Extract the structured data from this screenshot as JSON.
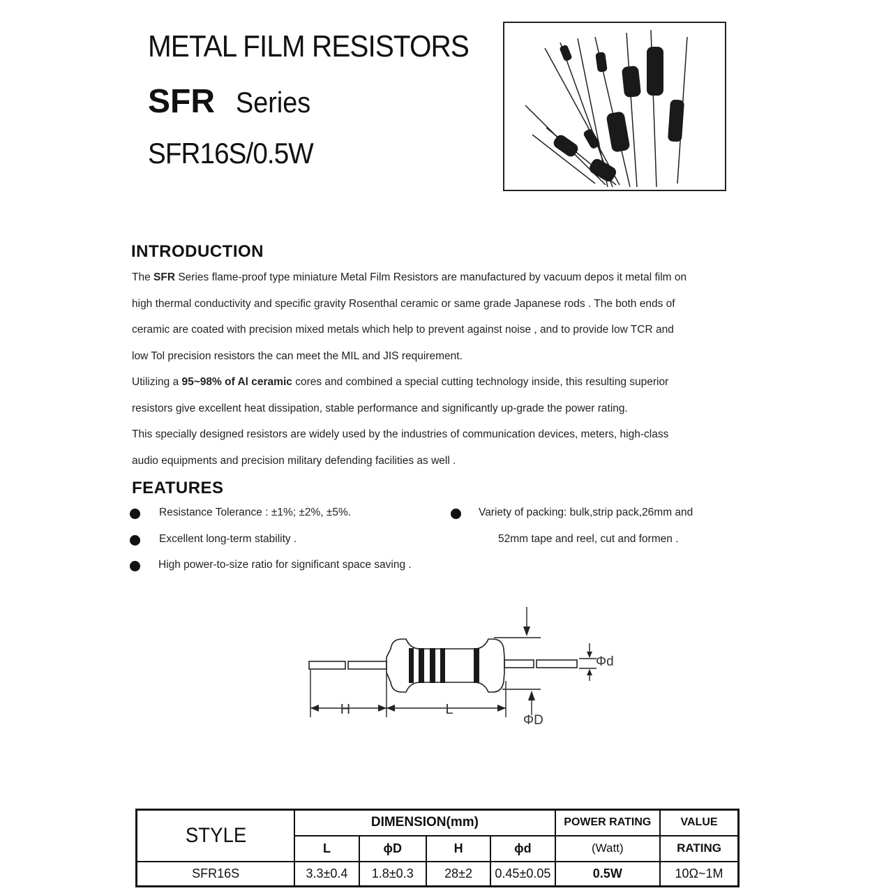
{
  "header": {
    "title": "METAL FILM RESISTORS",
    "series_bold": "SFR",
    "series_word": "Series",
    "model": "SFR16S/0.5W"
  },
  "intro": {
    "heading": "INTRODUCTION",
    "lines": [
      {
        "pre": "The ",
        "bold": "SFR",
        "post": " Series flame-proof type miniature Metal Film Resistors are manufactured by vacuum depos it metal film on"
      },
      {
        "pre": "high thermal conductivity and specific gravity Rosenthal ceramic or same grade Japanese rods .   The both ends of",
        "bold": "",
        "post": ""
      },
      {
        "pre": "ceramic are coated with precision mixed metals which help to prevent against noise , and to provide low TCR and",
        "bold": "",
        "post": ""
      },
      {
        "pre": "low Tol precision resistors the can meet the MIL and JIS requirement.",
        "bold": "",
        "post": ""
      },
      {
        "pre": "Utilizing a  ",
        "bold": "95~98% of Al ceramic",
        "post": " cores and combined a special cutting technology inside, this resulting superior"
      },
      {
        "pre": "resistors give excellent heat dissipation,   stable performance and significantly up-grade the power rating.",
        "bold": "",
        "post": ""
      },
      {
        "pre": "This specially designed resistors are widely used by the industries of communication devices,    meters,    high-class",
        "bold": "",
        "post": ""
      },
      {
        "pre": "audio equipments and precision military defending facilities as well .",
        "bold": "",
        "post": ""
      }
    ]
  },
  "features": {
    "heading": "FEATURES",
    "left": [
      "Resistance Tolerance :  ±1%;  ±2%,  ±5%.",
      "Excellent long-term stability .",
      "High power-to-size ratio for significant space saving ."
    ],
    "right_line1": "Variety of packing: bulk,strip pack,26mm and",
    "right_line2": "52mm tape and reel, cut and formen ."
  },
  "diagram": {
    "label_H": "H",
    "label_L": "L",
    "label_phiD": "ΦD",
    "label_phid": "Φd"
  },
  "table": {
    "style_header": "STYLE",
    "dimension_header": "DIMENSION(mm)",
    "power_header_1": "POWER RATING",
    "power_header_2": "(Watt)",
    "value_header_1": "VALUE",
    "value_header_2": "RATING",
    "sub_L": "L",
    "sub_D": "ϕD",
    "sub_H": "H",
    "sub_d": "ϕd",
    "row": {
      "style": "SFR16S",
      "L": "3.3±0.4",
      "D": "1.8±0.3",
      "H": "28±2",
      "d": "0.45±0.05",
      "power": "0.5W",
      "value": "10Ω~1M"
    }
  }
}
